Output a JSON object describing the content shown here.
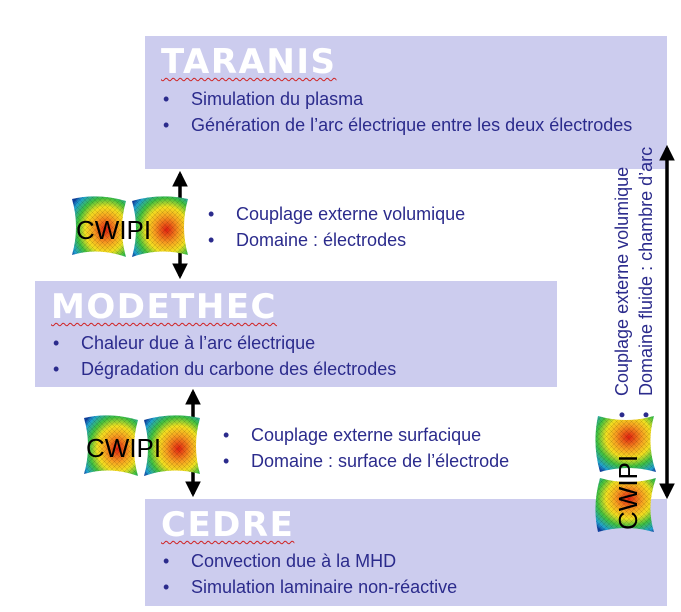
{
  "taranis": {
    "title": "TARANIS",
    "bullets": [
      "Simulation du plasma",
      "Génération de l’arc électrique entre les deux électrodes"
    ]
  },
  "modethec": {
    "title": "MODETHEC",
    "bullets": [
      "Chaleur due à l’arc électrique",
      "Dégradation du carbone des électrodes"
    ]
  },
  "cedre": {
    "title": "CEDRE",
    "bullets": [
      "Convection due à la MHD",
      "Simulation laminaire non-réactive"
    ]
  },
  "coupling_taranis_modethec": {
    "logo_text": "CWIPI",
    "bullets": [
      "Couplage externe volumique",
      "Domaine : électrodes"
    ]
  },
  "coupling_modethec_cedre": {
    "logo_text": "CWIPI",
    "bullets": [
      "Couplage externe surfacique",
      "Domaine : surface de l’électrode"
    ]
  },
  "coupling_taranis_cedre": {
    "logo_text": "CWIPI",
    "bullets": [
      "Couplage externe volumique",
      "Domaine fluide : chambre d’arc"
    ]
  },
  "colors": {
    "box_fill": "#ccccee",
    "text": "#2b2b8c",
    "title": "#ffffff",
    "arrow": "#000000"
  }
}
